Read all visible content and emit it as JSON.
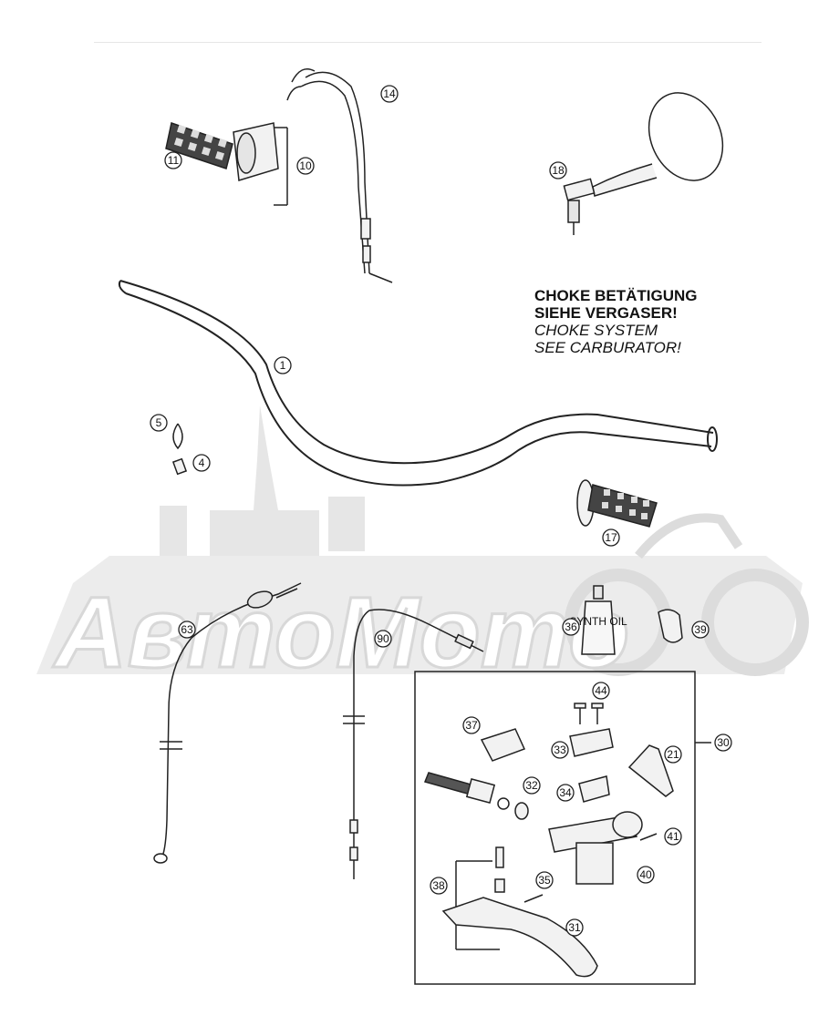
{
  "diagram": {
    "note": {
      "line1": "CHOKE BETÄTIGUNG",
      "line2": "SIEHE VERGASER!",
      "line3": "CHOKE SYSTEM",
      "line4": "SEE CARBURATOR!"
    },
    "callouts": [
      "1",
      "4",
      "5",
      "10",
      "11",
      "14",
      "17",
      "18",
      "21",
      "30",
      "31",
      "32",
      "33",
      "34",
      "35",
      "36",
      "37",
      "38",
      "39",
      "40",
      "41",
      "44",
      "63",
      "90"
    ],
    "bottle_label": "SYNTH OIL",
    "watermark": "АвтоМото",
    "colors": {
      "line": "#222222",
      "watermark": "#e3e3e3",
      "part_fill": "#f2f2f2"
    }
  }
}
